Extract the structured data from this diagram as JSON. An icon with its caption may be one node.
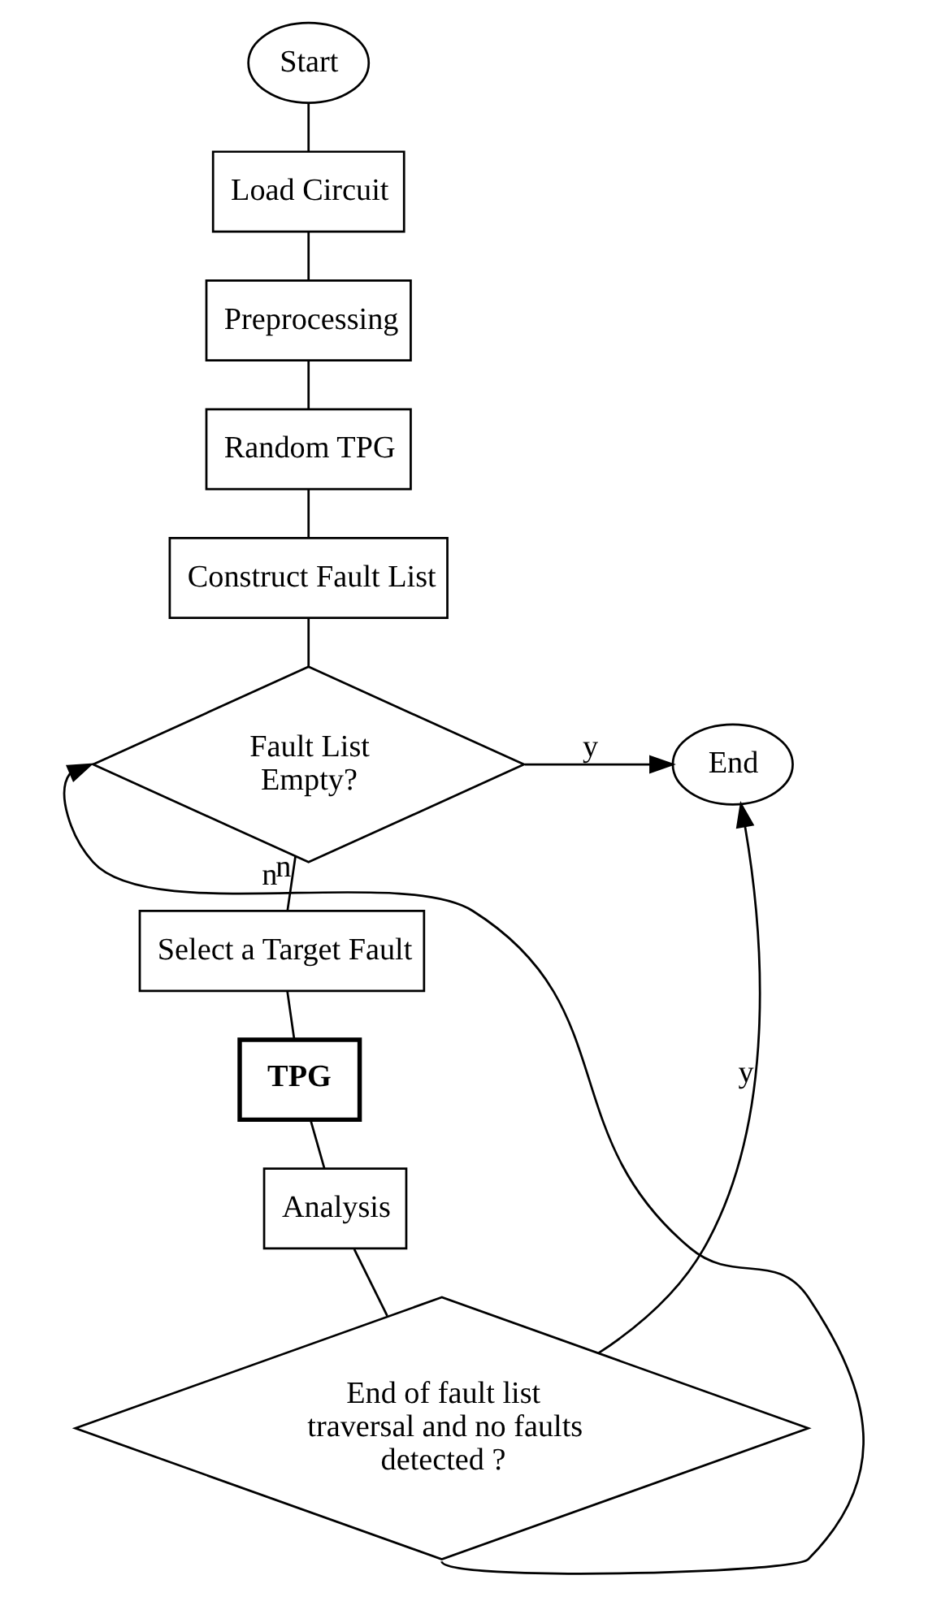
{
  "diagram": {
    "nodes": [
      {
        "text": [
          "Start"
        ]
      },
      {
        "text": [
          "Load Circuit"
        ]
      },
      {
        "text": [
          "Preprocessing"
        ]
      },
      {
        "text": [
          "Random TPG"
        ]
      },
      {
        "text": [
          "Construct Fault List"
        ]
      },
      {
        "text": [
          "Fault List Empty?"
        ]
      },
      {
        "text": [
          "Select a Target Fault"
        ]
      },
      {
        "text": [
          "TPG"
        ]
      },
      {
        "text": [
          "Analysis"
        ]
      },
      {
        "text": [
          "End of fault list traversal and no faults detected ?"
        ]
      },
      {
        "text": [
          "End"
        ]
      }
    ],
    "edges": [
      {
        "from": 0,
        "to": 1,
        "arrow": "none"
      },
      {
        "from": 1,
        "to": 2,
        "arrow": "none"
      },
      {
        "from": 2,
        "to": 3,
        "arrow": "none"
      },
      {
        "from": 3,
        "to": 4,
        "arrow": "none"
      },
      {
        "from": 4,
        "to": 5,
        "arrow": "none"
      },
      {
        "from": 5,
        "to": 10,
        "arrow": "to",
        "label": "y"
      },
      {
        "from": 5,
        "to": 6,
        "arrow": "none",
        "label": "n"
      },
      {
        "from": 6,
        "to": 7,
        "arrow": "none"
      },
      {
        "from": 7,
        "to": 8,
        "arrow": "none"
      },
      {
        "from": 8,
        "to": 9,
        "arrow": "none"
      },
      {
        "from": 9,
        "to": 10,
        "arrow": "to",
        "label": "y"
      },
      {
        "from": 9,
        "to": 5,
        "arrow": "to",
        "label": "n"
      }
    ]
  }
}
